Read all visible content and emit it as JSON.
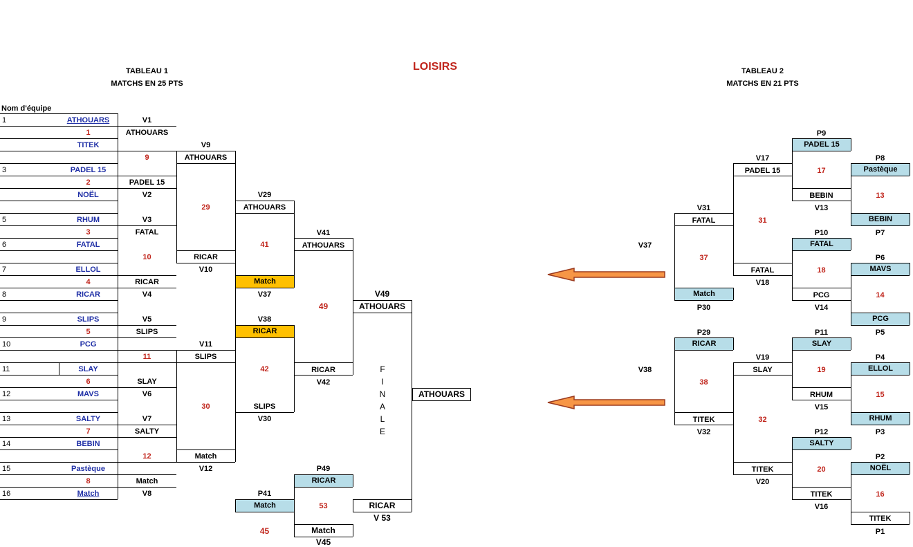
{
  "title": "LOISIRS",
  "tableau1": {
    "title": "TABLEAU 1",
    "subtitle": "MATCHS EN 25 PTS",
    "col_header": "Nom d'équipe"
  },
  "tableau2": {
    "title": "TABLEAU 2",
    "subtitle": "MATCHS EN 21 PTS"
  },
  "seeds": [
    {
      "n": "1",
      "team": "ATHOUARS"
    },
    {
      "n": "",
      "team": "TITEK"
    },
    {
      "n": "3",
      "team": "PADEL 15"
    },
    {
      "n": "",
      "team": "NOËL"
    },
    {
      "n": "5",
      "team": "RHUM"
    },
    {
      "n": "6",
      "team": "FATAL"
    },
    {
      "n": "7",
      "team": "ELLOL"
    },
    {
      "n": "8",
      "team": "RICAR"
    },
    {
      "n": "9",
      "team": "SLIPS"
    },
    {
      "n": "10",
      "team": "PCG"
    },
    {
      "n": "11",
      "team": "SLAY"
    },
    {
      "n": "12",
      "team": "MAVS"
    },
    {
      "n": "13",
      "team": "SALTY"
    },
    {
      "n": "14",
      "team": "BEBIN"
    },
    {
      "n": "15",
      "team": "Pastèque"
    },
    {
      "n": "16",
      "team": "Match"
    }
  ],
  "match_nums": [
    "1",
    "2",
    "3",
    "4",
    "5",
    "6",
    "7",
    "8",
    "9",
    "10",
    "11",
    "12",
    "29",
    "30",
    "41",
    "42",
    "49",
    "53",
    "45",
    "17",
    "13",
    "31",
    "18",
    "37",
    "14",
    "19",
    "15",
    "38",
    "32",
    "20",
    "16"
  ],
  "labels": {
    "V1": "V1",
    "V2": "V2",
    "V3": "V3",
    "V4": "V4",
    "V5": "V5",
    "V6": "V6",
    "V7": "V7",
    "V8": "V8",
    "V9": "V9",
    "V10": "V10",
    "V11": "V11",
    "V12": "V12",
    "V29": "V29",
    "V30": "V30",
    "V37": "V37",
    "V38": "V38",
    "V41": "V41",
    "V42": "V42",
    "V49": "V49",
    "V45": "V45",
    "V53": "V 53",
    "P41": "P41",
    "P49": "P49",
    "P9": "P9",
    "P8": "P8",
    "V17": "V17",
    "V13": "V13",
    "V31": "V31",
    "P10": "P10",
    "P7": "P7",
    "V37b": "V37",
    "P6": "P6",
    "V18": "V18",
    "P30": "P30",
    "V14": "V14",
    "P5": "P5",
    "P29": "P29",
    "P11": "P11",
    "V19": "V19",
    "P4": "P4",
    "V38b": "V38",
    "V15": "V15",
    "V32": "V32",
    "P3": "P3",
    "P12": "P12",
    "P2": "P2",
    "V20": "V20",
    "V16": "V16",
    "P1": "P1"
  },
  "results": {
    "r1": "ATHOUARS",
    "r2": "PADEL 15",
    "r3": "FATAL",
    "r4": "RICAR",
    "r5": "SLIPS",
    "r6": "SLAY",
    "r7": "SALTY",
    "r8": "Match",
    "r9": "ATHOUARS",
    "r10": "RICAR",
    "r11": "SLIPS",
    "r12": "Match",
    "r29": "ATHOUARS",
    "r30": "SLIPS",
    "r37": "Match",
    "r38": "RICAR",
    "r41": "ATHOUARS",
    "r42": "RICAR",
    "r49": "ATHOUARS",
    "final": "ATHOUARS",
    "p49": "RICAR",
    "p41": "Match",
    "r53": "RICAR",
    "r45": "Match",
    "t2_p9": "PADEL 15",
    "t2_p8": "Pastèque",
    "t2_v17": "PADEL 15",
    "t2_v13": "BEBIN",
    "t2_p7": "BEBIN",
    "t2_v31": "FATAL",
    "t2_p10": "FATAL",
    "t2_p6": "MAVS",
    "t2_v18": "FATAL",
    "t2_p30": "Match",
    "t2_v14": "PCG",
    "t2_p5": "PCG",
    "t2_p29": "RICAR",
    "t2_p11": "SLAY",
    "t2_v19": "SLAY",
    "t2_p4": "ELLOL",
    "t2_v15": "RHUM",
    "t2_v32": "TITEK",
    "t2_p3": "RHUM",
    "t2_p12": "SALTY",
    "t2_v20": "TITEK",
    "t2_p2": "NOËL",
    "t2_v16": "TITEK",
    "t2_p1": "TITEK"
  },
  "finale_letters": [
    "F",
    "I",
    "N",
    "A",
    "L",
    "E"
  ],
  "colors": {
    "accent_red": "#c0241b",
    "team_blue": "#1f2fa6",
    "light_blue": "#b7dde8",
    "orange": "#ffc000",
    "arrow": "#f79646"
  }
}
